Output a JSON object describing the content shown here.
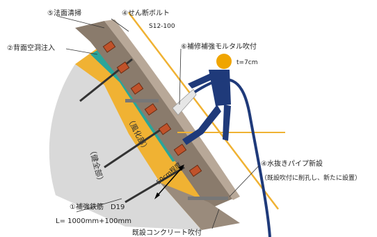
{
  "labels": {
    "slope_cleaning": "⑤法面清掃",
    "anchor_bolt": "④せん断ボルト",
    "anchor_spec": "S12-100",
    "back_grout": "②背面空洞注入",
    "mortar_spray": "⑥補修補強モルタル吹付",
    "mortar_thickness": "t=7cm",
    "drain_pipe": "④水抜きパイプ新設",
    "drain_note": "（既設吹付に削孔し、新たに設置）",
    "rebar": "①補強鉄筋　D19",
    "rebar_length": "L= 1000mm+100mm",
    "existing_concrete": "既設コンクリート吹付",
    "bedrock": "（健全部）",
    "weathered": "（風化部）",
    "depth": "50cm程度"
  },
  "colors": {
    "bedrock": "#d9d9d9",
    "weathered": "#f0b233",
    "cavity": "#2aa59a",
    "existing_concrete": "#8a7b6c",
    "new_mortar": "#b8a898",
    "bolt": "#c0522a",
    "pipe": "#1f3a7a",
    "worker": "#1f3a7a",
    "helmet": "#f0a500",
    "guide_line": "#f0b233"
  }
}
